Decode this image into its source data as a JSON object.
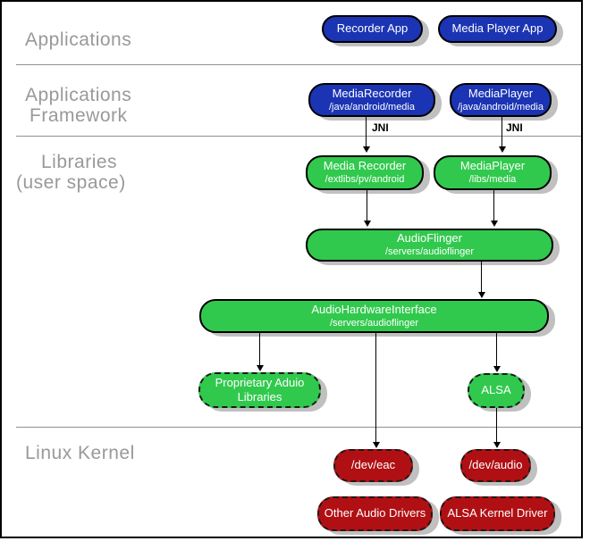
{
  "diagram_title": "Android audio system architecture layers",
  "layers": {
    "applications": {
      "label": "Applications"
    },
    "applications_framework": {
      "line1": "Applications",
      "line2": "Framework"
    },
    "libraries": {
      "line1": "Libraries",
      "line2": "(user space)"
    },
    "linux_kernel": {
      "label": "Linux Kernel"
    }
  },
  "nodes": {
    "recorder_app": {
      "title": "Recorder App"
    },
    "media_player_app": {
      "title": "Media Player App"
    },
    "media_recorder_fw": {
      "title": "MediaRecorder",
      "subtitle": "/java/android/media"
    },
    "media_player_fw": {
      "title": "MediaPlayer",
      "subtitle": "/java/android/media"
    },
    "media_recorder_lib": {
      "title": "Media Recorder",
      "subtitle": "/extlibs/pv/android"
    },
    "media_player_lib": {
      "title": "MediaPlayer",
      "subtitle": "/libs/media"
    },
    "audio_flinger": {
      "title": "AudioFlinger",
      "subtitle": "/servers/audioflinger"
    },
    "audio_hardware_interface": {
      "title": "AudioHardwareInterface",
      "subtitle": "/servers/audioflinger"
    },
    "proprietary_audio_libraries": {
      "title": "Proprietary Aduio Libraries"
    },
    "alsa": {
      "title": "ALSA"
    },
    "dev_eac": {
      "title": "/dev/eac"
    },
    "dev_audio": {
      "title": "/dev/audio"
    },
    "other_audio_drivers": {
      "title": "Other Audio Drivers"
    },
    "alsa_kernel_driver": {
      "title": "ALSA Kernel Driver"
    }
  },
  "edge_labels": {
    "jni_left": "JNI",
    "jni_right": "JNI"
  },
  "colors": {
    "app_blue": "#1b34b4",
    "lib_green": "#31c94d",
    "kernel_red": "#b01014",
    "shadow_gray": "#c0c0c0",
    "label_gray": "#999999",
    "divider_gray": "#909090",
    "frame_black": "#000000"
  }
}
